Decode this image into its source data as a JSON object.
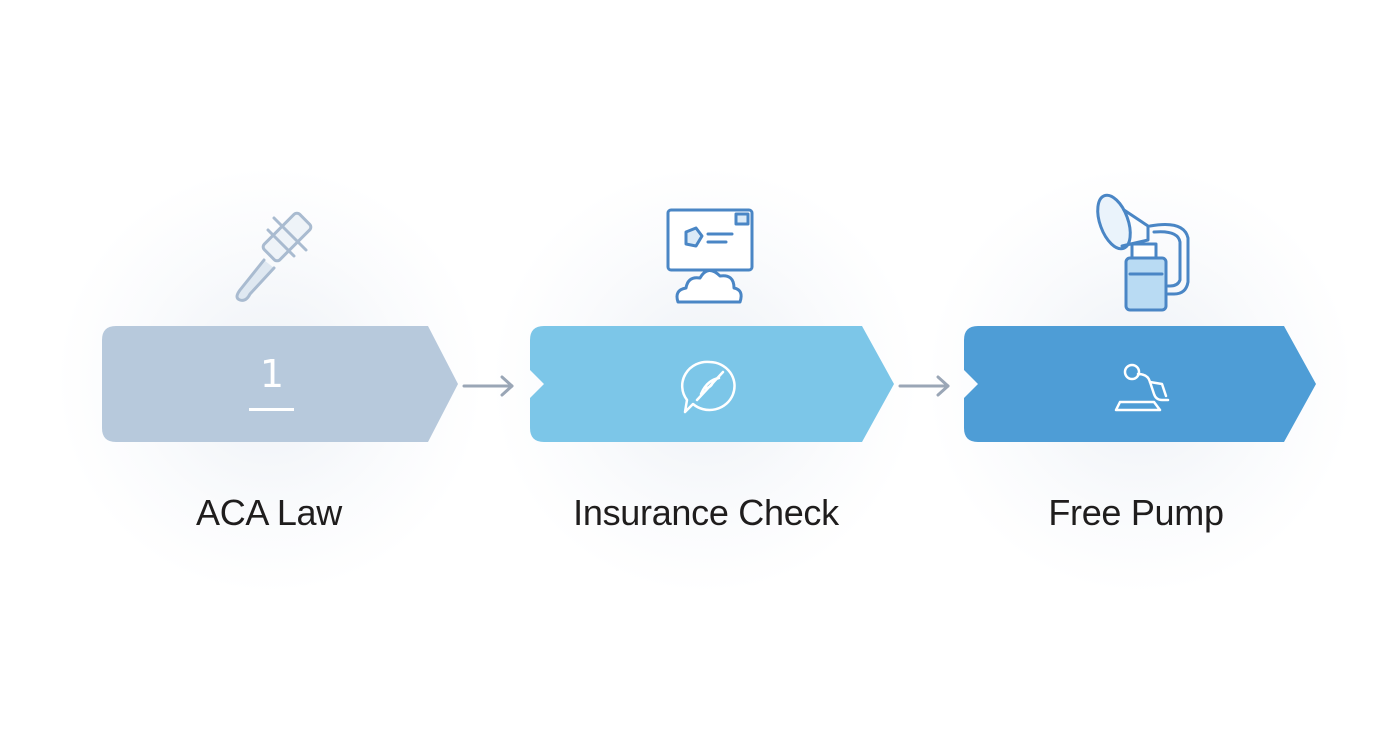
{
  "diagram": {
    "colors": {
      "step1_fill": "#b7c9dc",
      "step2_fill": "#7cc6e8",
      "step3_fill": "#4e9dd6",
      "icon_stroke": "#4a86c5",
      "arrow": "#9aa6b6",
      "label_text": "#1f1d1d"
    },
    "steps": [
      {
        "label": "ACA Law",
        "badge": "1",
        "top_icon": "gavel-icon",
        "inner_icon": "number-badge"
      },
      {
        "label": "Insurance Check",
        "top_icon": "insurance-card-icon",
        "inner_icon": "chat-bubble-icon"
      },
      {
        "label": "Free Pump",
        "top_icon": "breast-pump-icon",
        "inner_icon": "person-resting-icon"
      }
    ],
    "connectors": [
      "arrow-right-icon",
      "arrow-right-icon"
    ]
  }
}
